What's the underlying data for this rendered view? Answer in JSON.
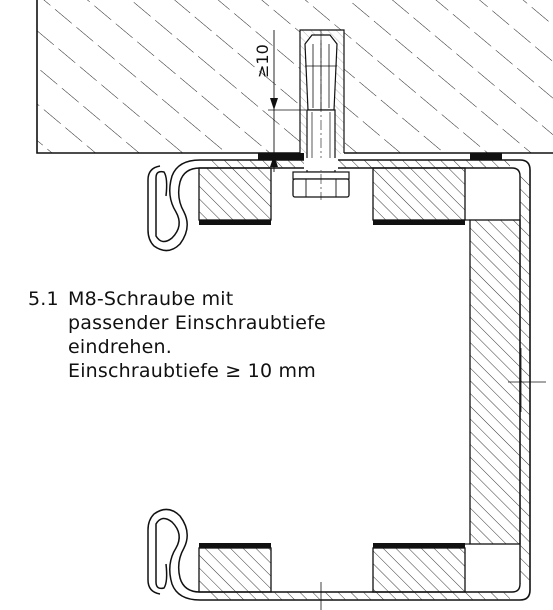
{
  "instruction": {
    "step_number": "5.1",
    "lines": [
      "M8-Schraube mit",
      "passender Einschraubtiefe",
      "eindrehen.",
      "Einschraubtiefe ≥ 10 mm"
    ]
  },
  "dimension": {
    "label": "≥10"
  },
  "colors": {
    "ink": "#111111",
    "hatch": "#222222",
    "background": "#ffffff"
  }
}
